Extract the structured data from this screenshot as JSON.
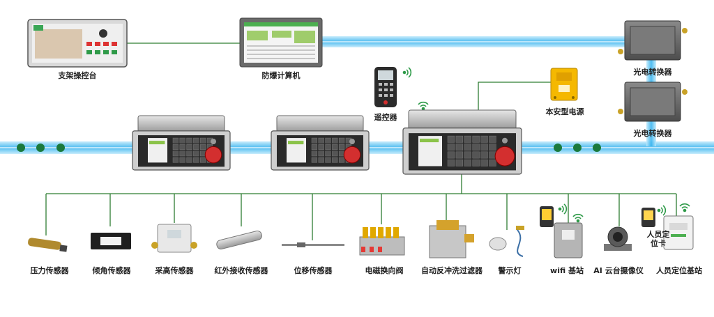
{
  "top": {
    "console_label": "支架操控台",
    "computer_label": "防爆计算机",
    "remote_label": "遥控器",
    "power_label": "本安型电源",
    "converter_top_label": "光电转换器",
    "converter_bottom_label": "光电转换器"
  },
  "devices": [
    {
      "key": "pressure",
      "label": "压力传感器"
    },
    {
      "key": "tilt",
      "label": "倾角传感器"
    },
    {
      "key": "height",
      "label": "采高传感器"
    },
    {
      "key": "ir",
      "label": "红外接收传感器"
    },
    {
      "key": "displacement",
      "label": "位移传感器"
    },
    {
      "key": "valve",
      "label": "电磁换向阀"
    },
    {
      "key": "filter",
      "label": "自动反冲洗过滤器"
    },
    {
      "key": "lamp",
      "label": "警示灯"
    },
    {
      "key": "wifi",
      "label": "wifi 基站"
    },
    {
      "key": "camera",
      "label": "AI 云台摄像仪"
    },
    {
      "key": "locator",
      "label": "人员定位基站"
    }
  ],
  "locator_card": {
    "line1": "人员定",
    "line2": "位卡"
  },
  "colors": {
    "fiber": "#4fc3f7",
    "fiber_core": "#e1f5fe",
    "wire": "#2e7d32",
    "node": "#1b7a3d",
    "controller": "#c9c9c9"
  }
}
